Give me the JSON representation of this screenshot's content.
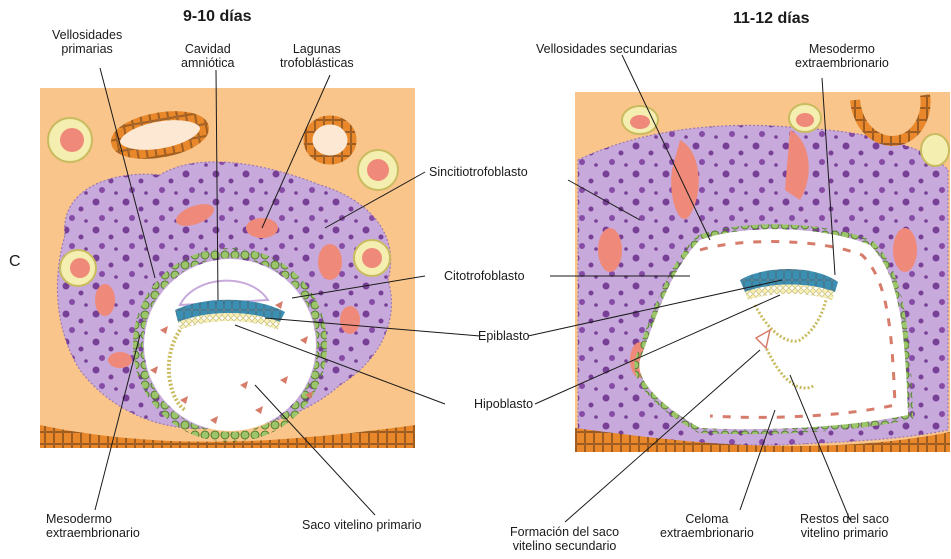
{
  "figure": {
    "panel_letter": "C",
    "title_left": "9-10 días",
    "title_right": "11-12 días"
  },
  "labels": {
    "vellosidades_primarias": [
      "Vellosidades",
      "primarias"
    ],
    "cavidad_amniotica": [
      "Cavidad",
      "amniótica"
    ],
    "lagunas": [
      "Lagunas",
      "trofoblásticas"
    ],
    "vellosidades_secundarias": "Vellosidades secundarias",
    "mesodermo_extra_top": [
      "Mesodermo",
      "extraembrionario"
    ],
    "sincitiotrofoblasto": "Sincitiotrofoblasto",
    "citotrofoblasto": "Citotrofoblasto",
    "epiblasto": "Epiblasto",
    "hipoblasto": "Hipoblasto",
    "mesodermo_extra_bottom": [
      "Mesodermo",
      "extraembrionario"
    ],
    "saco_vitelino_primario": "Saco vitelino primario",
    "formacion_saco": [
      "Formación del saco",
      "vitelino secundario"
    ],
    "celoma": [
      "Celoma",
      "extraembrionario"
    ],
    "restos_saco": [
      "Restos del saco",
      "vitelino primario"
    ]
  },
  "colors": {
    "endometrium": "#f9c58a",
    "syncytio": "#c7a9db",
    "cytotrophoblast": "#9cc46a",
    "epiblast": "#3a8fb3",
    "hypoblast": "#f4eeb0",
    "lacunae": "#ef8a7a",
    "gland": "#e9882a",
    "mesoderm": "#d77c6a"
  }
}
